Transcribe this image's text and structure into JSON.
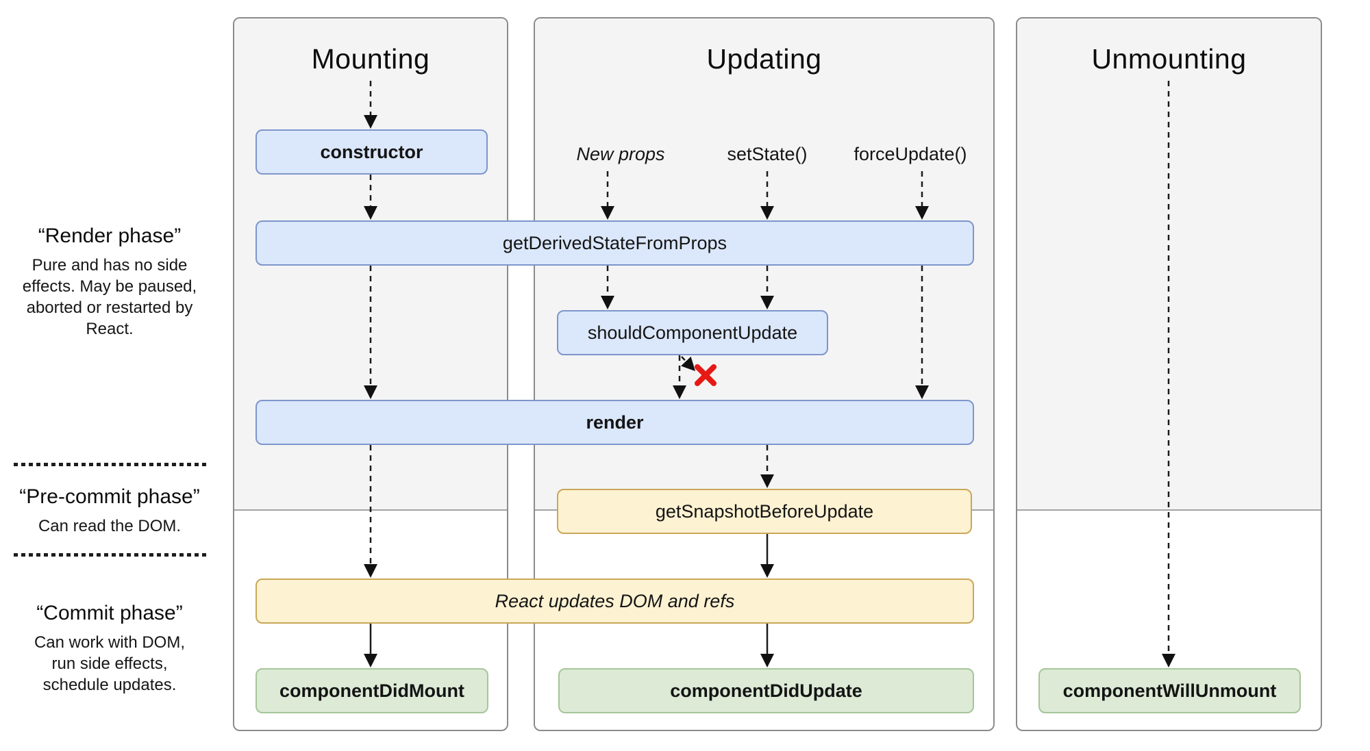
{
  "columns": [
    {
      "title": "Mounting"
    },
    {
      "title": "Updating"
    },
    {
      "title": "Unmounting"
    }
  ],
  "phases": {
    "render": {
      "title": "“Render phase”",
      "description": "Pure and has no side effects. May be paused, aborted or restarted by React."
    },
    "pre_commit": {
      "title": "“Pre-commit phase”",
      "description": "Can read the DOM."
    },
    "commit": {
      "title": "“Commit phase”",
      "description": "Can work with DOM, run side effects, schedule updates."
    }
  },
  "triggers": {
    "new_props": "New props",
    "set_state": "setState()",
    "force_update": "forceUpdate()"
  },
  "boxes": {
    "constructor": "constructor",
    "get_derived_state_from_props": "getDerivedStateFromProps",
    "should_component_update": "shouldComponentUpdate",
    "render": "render",
    "get_snapshot_before_update": "getSnapshotBeforeUpdate",
    "react_updates_dom": "React updates DOM and refs",
    "component_did_mount": "componentDidMount",
    "component_did_update": "componentDidUpdate",
    "component_will_unmount": "componentWillUnmount"
  },
  "icons": {
    "skip_render_x": "red cross marking skipped render when shouldComponentUpdate returns false"
  },
  "colors": {
    "column_fill": "#f4f4f4",
    "column_border": "#8b8b8b",
    "blue_fill": "#dbe7fa",
    "blue_border": "#7d95cc",
    "yellow_fill": "#fdf2d2",
    "yellow_border": "#c9a758",
    "green_fill": "#dcead6",
    "green_border": "#a6c599",
    "arrow": "#1a1a1a",
    "x_red": "#e71914"
  }
}
